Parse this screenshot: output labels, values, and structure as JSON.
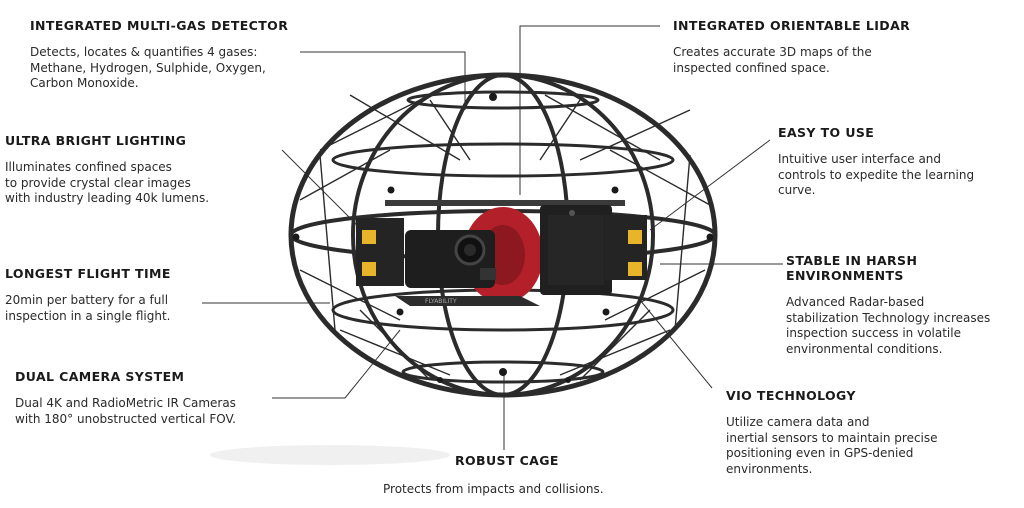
{
  "features": {
    "gas": {
      "title": "INTEGRATED MULTI-GAS DETECTOR",
      "lines": [
        "Detects, locates & quantifies 4 gases:",
        "Methane, Hydrogen,  Sulphide, Oxygen,",
        "Carbon Monoxide."
      ]
    },
    "light": {
      "title": "ULTRA BRIGHT LIGHTING",
      "lines": [
        "Illuminates confined spaces",
        "to provide crystal clear images",
        "with industry leading 40k lumens."
      ]
    },
    "flight": {
      "title": "LONGEST FLIGHT TIME",
      "lines": [
        "20min per battery for a full",
        "inspection in a single flight."
      ]
    },
    "camera": {
      "title": "DUAL CAMERA SYSTEM",
      "lines": [
        "Dual 4K and RadioMetric IR Cameras",
        "with 180° unobstructed vertical FOV."
      ]
    },
    "lidar": {
      "title": "INTEGRATED ORIENTABLE LIDAR",
      "lines": [
        "Creates accurate 3D maps of the",
        "inspected confined space."
      ]
    },
    "easy": {
      "title": "EASY TO USE",
      "lines": [
        "Intuitive user interface and",
        "controls to expedite the learning",
        "curve."
      ]
    },
    "stable": {
      "title": "STABLE IN HARSH ENVIRONMENTS",
      "lines": [
        "Advanced Radar-based",
        "stabilization Technology increases",
        "inspection success in volatile",
        "environmental conditions."
      ]
    },
    "vio": {
      "title": "VIO TECHNOLOGY",
      "lines": [
        "Utilize camera data and",
        "inertial sensors to maintain precise",
        "positioning even in GPS-denied",
        "environments."
      ]
    },
    "cage": {
      "title": "ROBUST CAGE",
      "lines": [
        "Protects from impacts and collisions."
      ]
    }
  },
  "drone": {
    "brand_label": "FLYABILITY"
  },
  "colors": {
    "cage": "#2b2b2b",
    "body": "#1e1e1e",
    "accent_red": "#b3202a",
    "light_yellow": "#e8b42a",
    "leader": "#333333"
  }
}
